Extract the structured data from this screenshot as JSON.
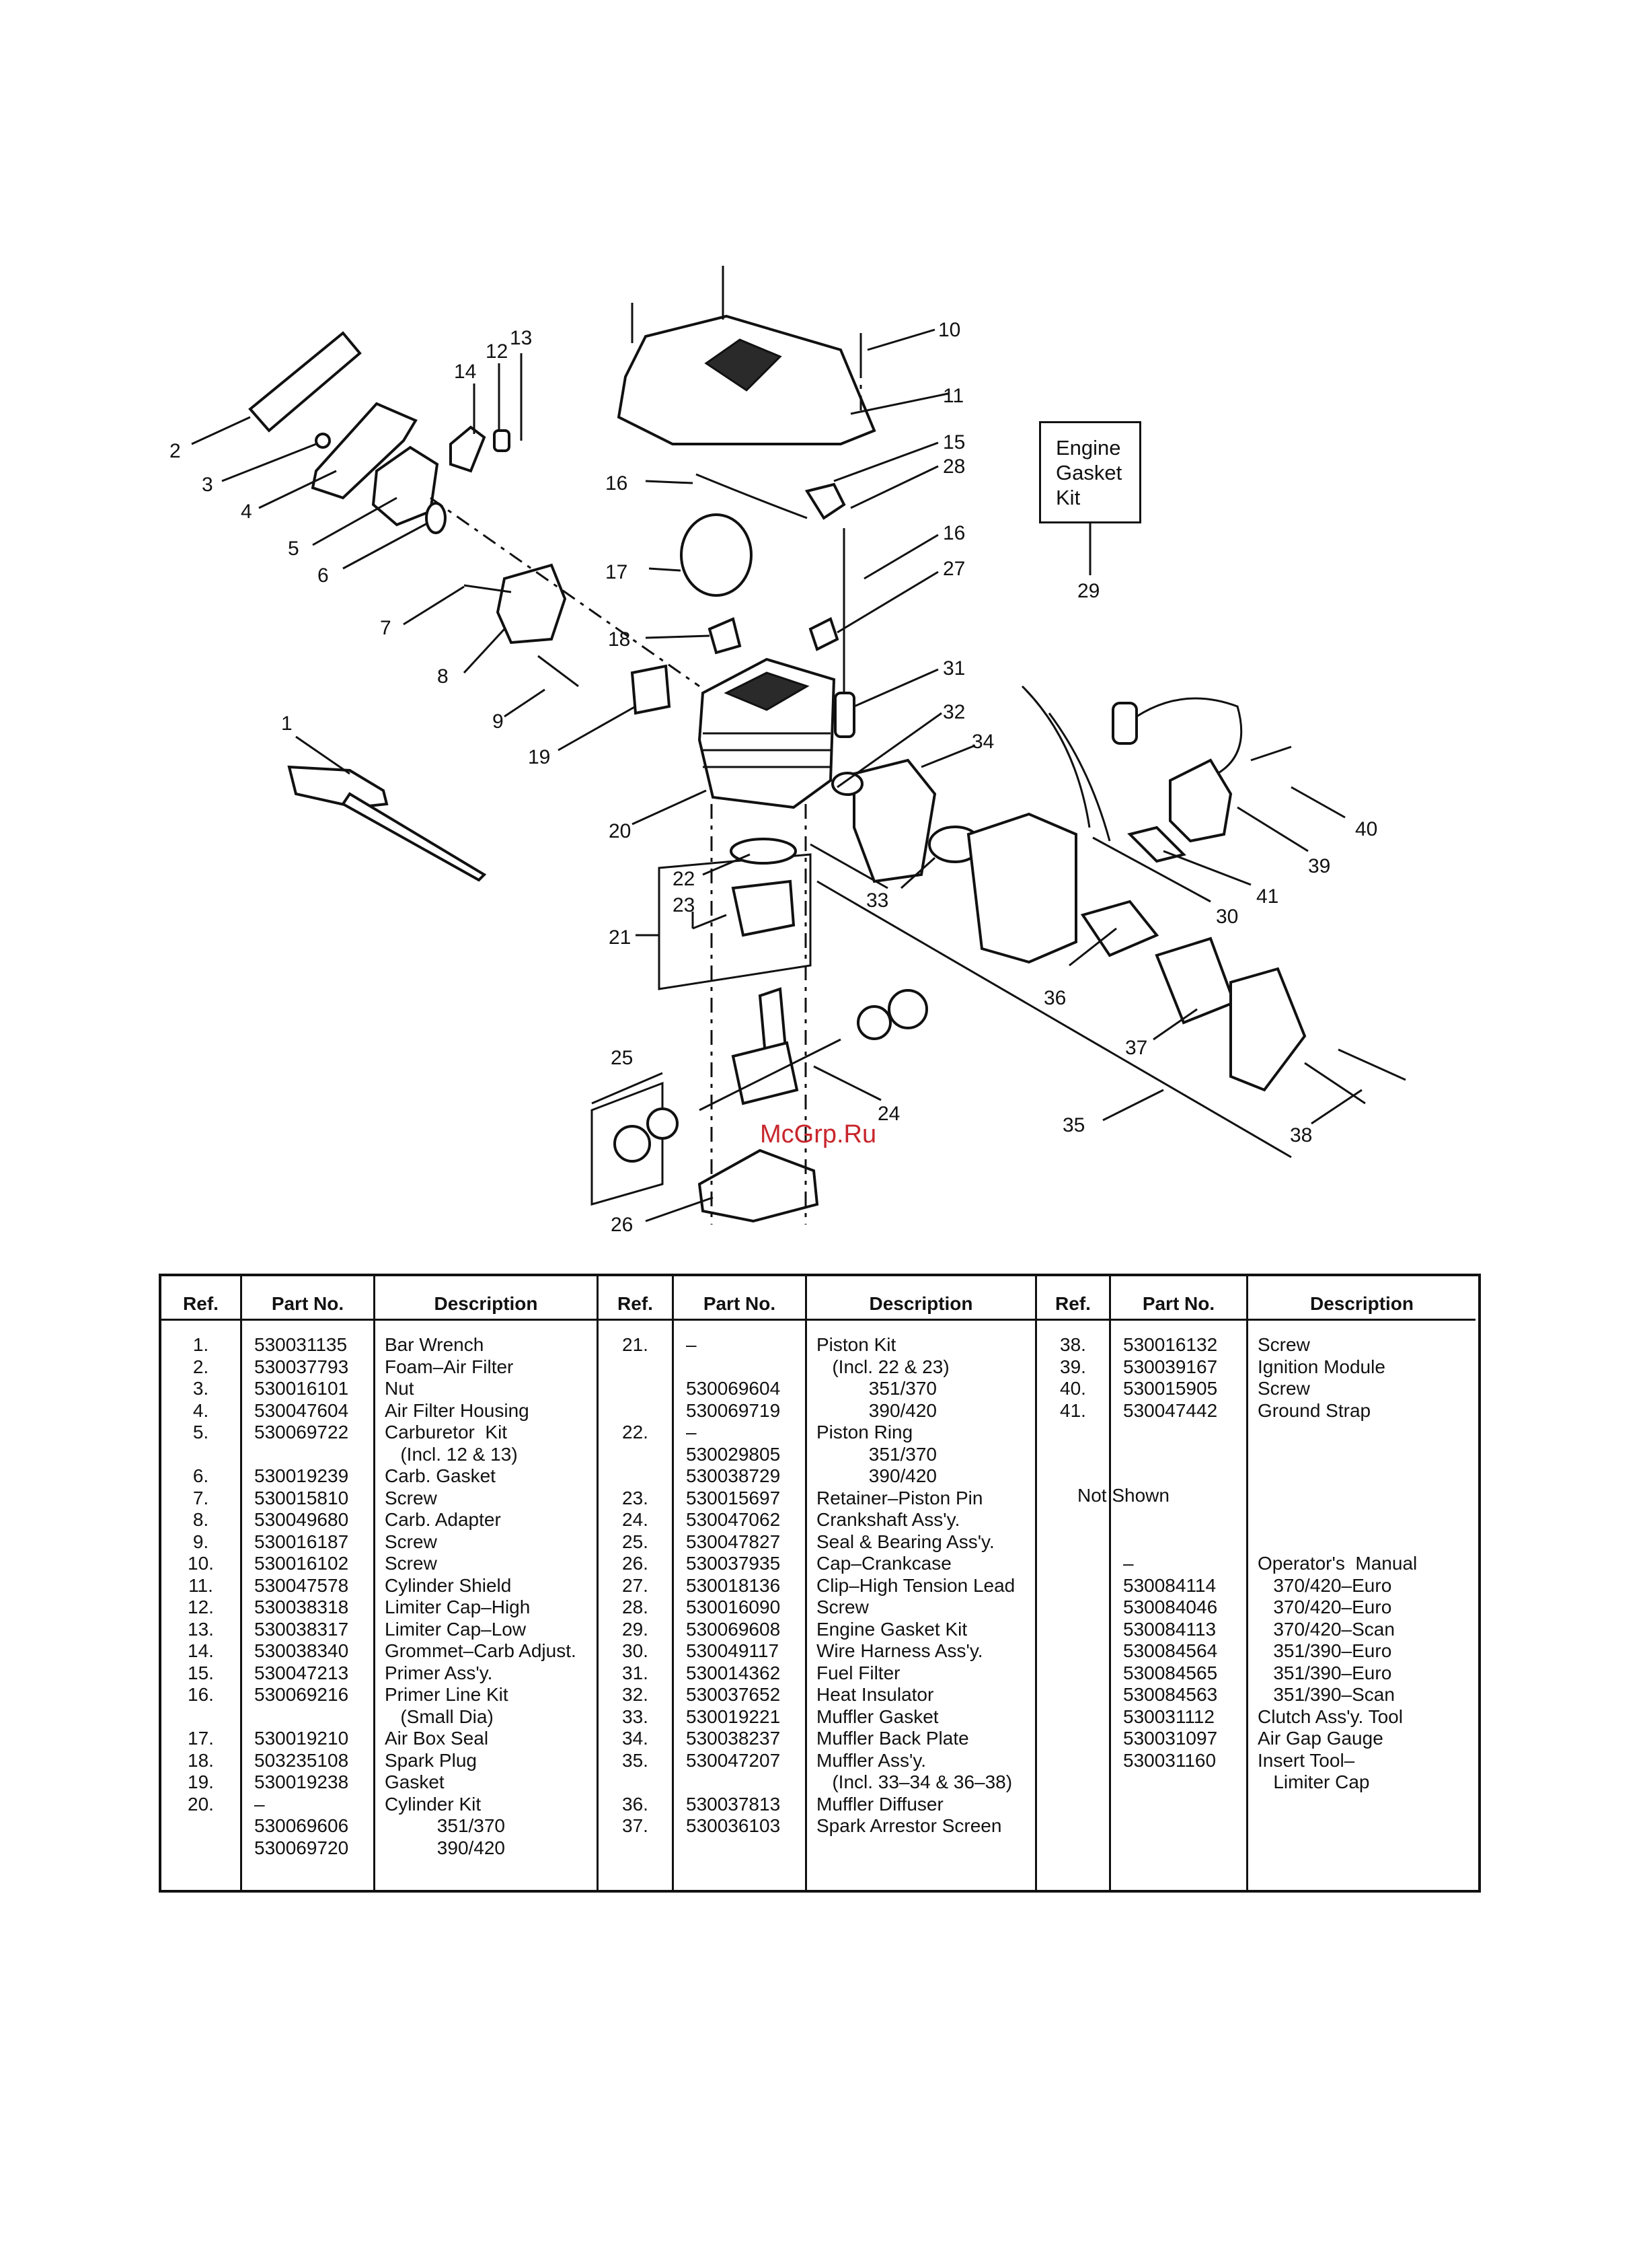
{
  "diagram": {
    "engine_gasket_kit_box": [
      "Engine",
      "Gasket",
      "Kit"
    ],
    "callouts": [
      "1",
      "2",
      "3",
      "4",
      "5",
      "6",
      "7",
      "8",
      "9",
      "10",
      "11",
      "12",
      "13",
      "14",
      "15",
      "16",
      "16",
      "17",
      "18",
      "19",
      "20",
      "21",
      "22",
      "23",
      "24",
      "25",
      "26",
      "27",
      "28",
      "29",
      "30",
      "31",
      "32",
      "33",
      "34",
      "35",
      "36",
      "37",
      "38",
      "39",
      "40",
      "41"
    ],
    "watermark": "McGrp.Ru"
  },
  "table": {
    "headers": [
      "Ref.",
      "Part No.",
      "Description",
      "Ref.",
      "Part No.",
      "Description",
      "Ref.",
      "Part No.",
      "Description"
    ],
    "columns": [
      [
        "1.",
        "2.",
        "3.",
        "4.",
        "5.",
        "",
        "6.",
        "7.",
        "8.",
        "9.",
        "10.",
        "11.",
        "12.",
        "13.",
        "14.",
        "15.",
        "16.",
        "",
        "17.",
        "18.",
        "19.",
        "20.",
        "",
        ""
      ],
      [
        "530031135",
        "530037793",
        "530016101",
        "530047604",
        "530069722",
        "",
        "530019239",
        "530015810",
        "530049680",
        "530016187",
        "530016102",
        "530047578",
        "530038318",
        "530038317",
        "530038340",
        "530047213",
        "530069216",
        "",
        "530019210",
        "503235108",
        "530019238",
        "–",
        "530069606",
        "530069720"
      ],
      [
        "Bar Wrench",
        "Foam–Air Filter",
        "Nut",
        "Air Filter Housing",
        "Carburetor  Kit",
        "   (Incl. 12 & 13)",
        "Carb. Gasket",
        "Screw",
        "Carb. Adapter",
        "Screw",
        "Screw",
        "Cylinder Shield",
        "Limiter Cap–High",
        "Limiter Cap–Low",
        "Grommet–Carb Adjust.",
        "Primer Ass'y.",
        "Primer Line Kit",
        "   (Small Dia)",
        "Air Box Seal",
        "Spark Plug",
        "Gasket",
        "Cylinder Kit",
        "          351/370",
        "          390/420"
      ],
      [
        "21.",
        "",
        "",
        "",
        "22.",
        "",
        "",
        "23.",
        "24.",
        "25.",
        "26.",
        "27.",
        "28.",
        "29.",
        "30.",
        "31.",
        "32.",
        "33.",
        "34.",
        "35.",
        "",
        "36.",
        "37."
      ],
      [
        "–",
        "",
        "530069604",
        "530069719",
        "–",
        "530029805",
        "530038729",
        "530015697",
        "530047062",
        "530047827",
        "530037935",
        "530018136",
        "530016090",
        "530069608",
        "530049117",
        "530014362",
        "530037652",
        "530019221",
        "530038237",
        "530047207",
        "",
        "530037813",
        "530036103"
      ],
      [
        "Piston Kit",
        "   (Incl. 22 & 23)",
        "          351/370",
        "          390/420",
        "Piston Ring",
        "          351/370",
        "          390/420",
        "Retainer–Piston Pin",
        "Crankshaft Ass'y.",
        "Seal & Bearing Ass'y.",
        "Cap–Crankcase",
        "Clip–High Tension Lead",
        "Screw",
        "Engine Gasket Kit",
        "Wire Harness Ass'y.",
        "Fuel Filter",
        "Heat Insulator",
        "Muffler Gasket",
        "Muffler Back Plate",
        "Muffler Ass'y.",
        "   (Incl. 33–34 & 36–38)",
        "Muffler Diffuser",
        "Spark Arrestor Screen"
      ],
      [
        "38.",
        "39.",
        "40.",
        "41."
      ],
      [
        "530016132",
        "530039167",
        "530015905",
        "530047442",
        "",
        "",
        "",
        "",
        "",
        "",
        "–",
        "530084114",
        "530084046",
        "530084113",
        "530084564",
        "530084565",
        "530084563",
        "530031112",
        "530031097",
        "530031160"
      ],
      [
        "Screw",
        "Ignition Module",
        "Screw",
        "Ground Strap",
        "",
        "",
        "",
        "",
        "",
        "",
        "Operator's  Manual",
        "   370/420–Euro",
        "   370/420–Euro",
        "   370/420–Scan",
        "   351/390–Euro",
        "   351/390–Euro",
        "   351/390–Scan",
        "Clutch Ass'y. Tool",
        "Air Gap Gauge",
        "Insert Tool–",
        "   Limiter Cap"
      ]
    ],
    "not_shown": "Not Shown"
  }
}
